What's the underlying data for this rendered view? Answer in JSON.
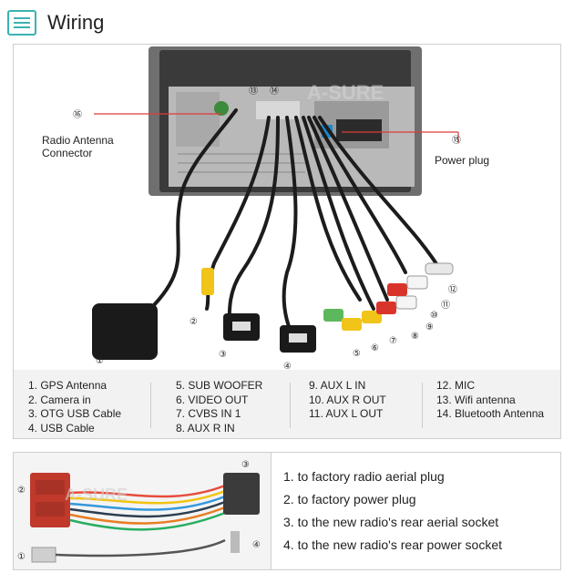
{
  "header": {
    "title": "Wiring"
  },
  "diagram": {
    "callouts": {
      "radio_antenna_num": "⑯",
      "radio_antenna_label_1": "Radio Antenna",
      "radio_antenna_label_2": "Connector",
      "power_plug_num": "⑮",
      "power_plug_label": "Power plug",
      "n13": "⑬",
      "n14": "⑭",
      "n1": "①",
      "n2": "②",
      "n3": "③",
      "n4": "④",
      "n5": "⑤",
      "n6": "⑥",
      "n7": "⑦",
      "n8": "⑧",
      "n9": "⑨",
      "n10": "⑩",
      "n11": "⑪",
      "n12": "⑫"
    },
    "watermark": "A-SURE"
  },
  "legend": {
    "col1": [
      "1. GPS Antenna",
      "2. Camera in",
      "3. OTG USB Cable",
      "4. USB Cable"
    ],
    "col2": [
      "5. SUB WOOFER",
      "6. VIDEO OUT",
      "7. CVBS IN 1",
      "8. AUX R IN"
    ],
    "col3": [
      "9. AUX L IN",
      "10. AUX R OUT",
      "11. AUX L OUT"
    ],
    "col4": [
      "12. MIC",
      "13. Wifi antenna",
      "14. Bluetooth Antenna"
    ]
  },
  "harness": {
    "n1": "①",
    "n2": "②",
    "n3": "③",
    "n4": "④",
    "steps": [
      "1. to factory radio aerial plug",
      "2. to factory power plug",
      "3. to the new radio's rear aerial socket",
      "4. to the new radio's rear power socket"
    ]
  },
  "colors": {
    "accent": "#3ab3b0",
    "callout_line": "#e03a3a"
  }
}
